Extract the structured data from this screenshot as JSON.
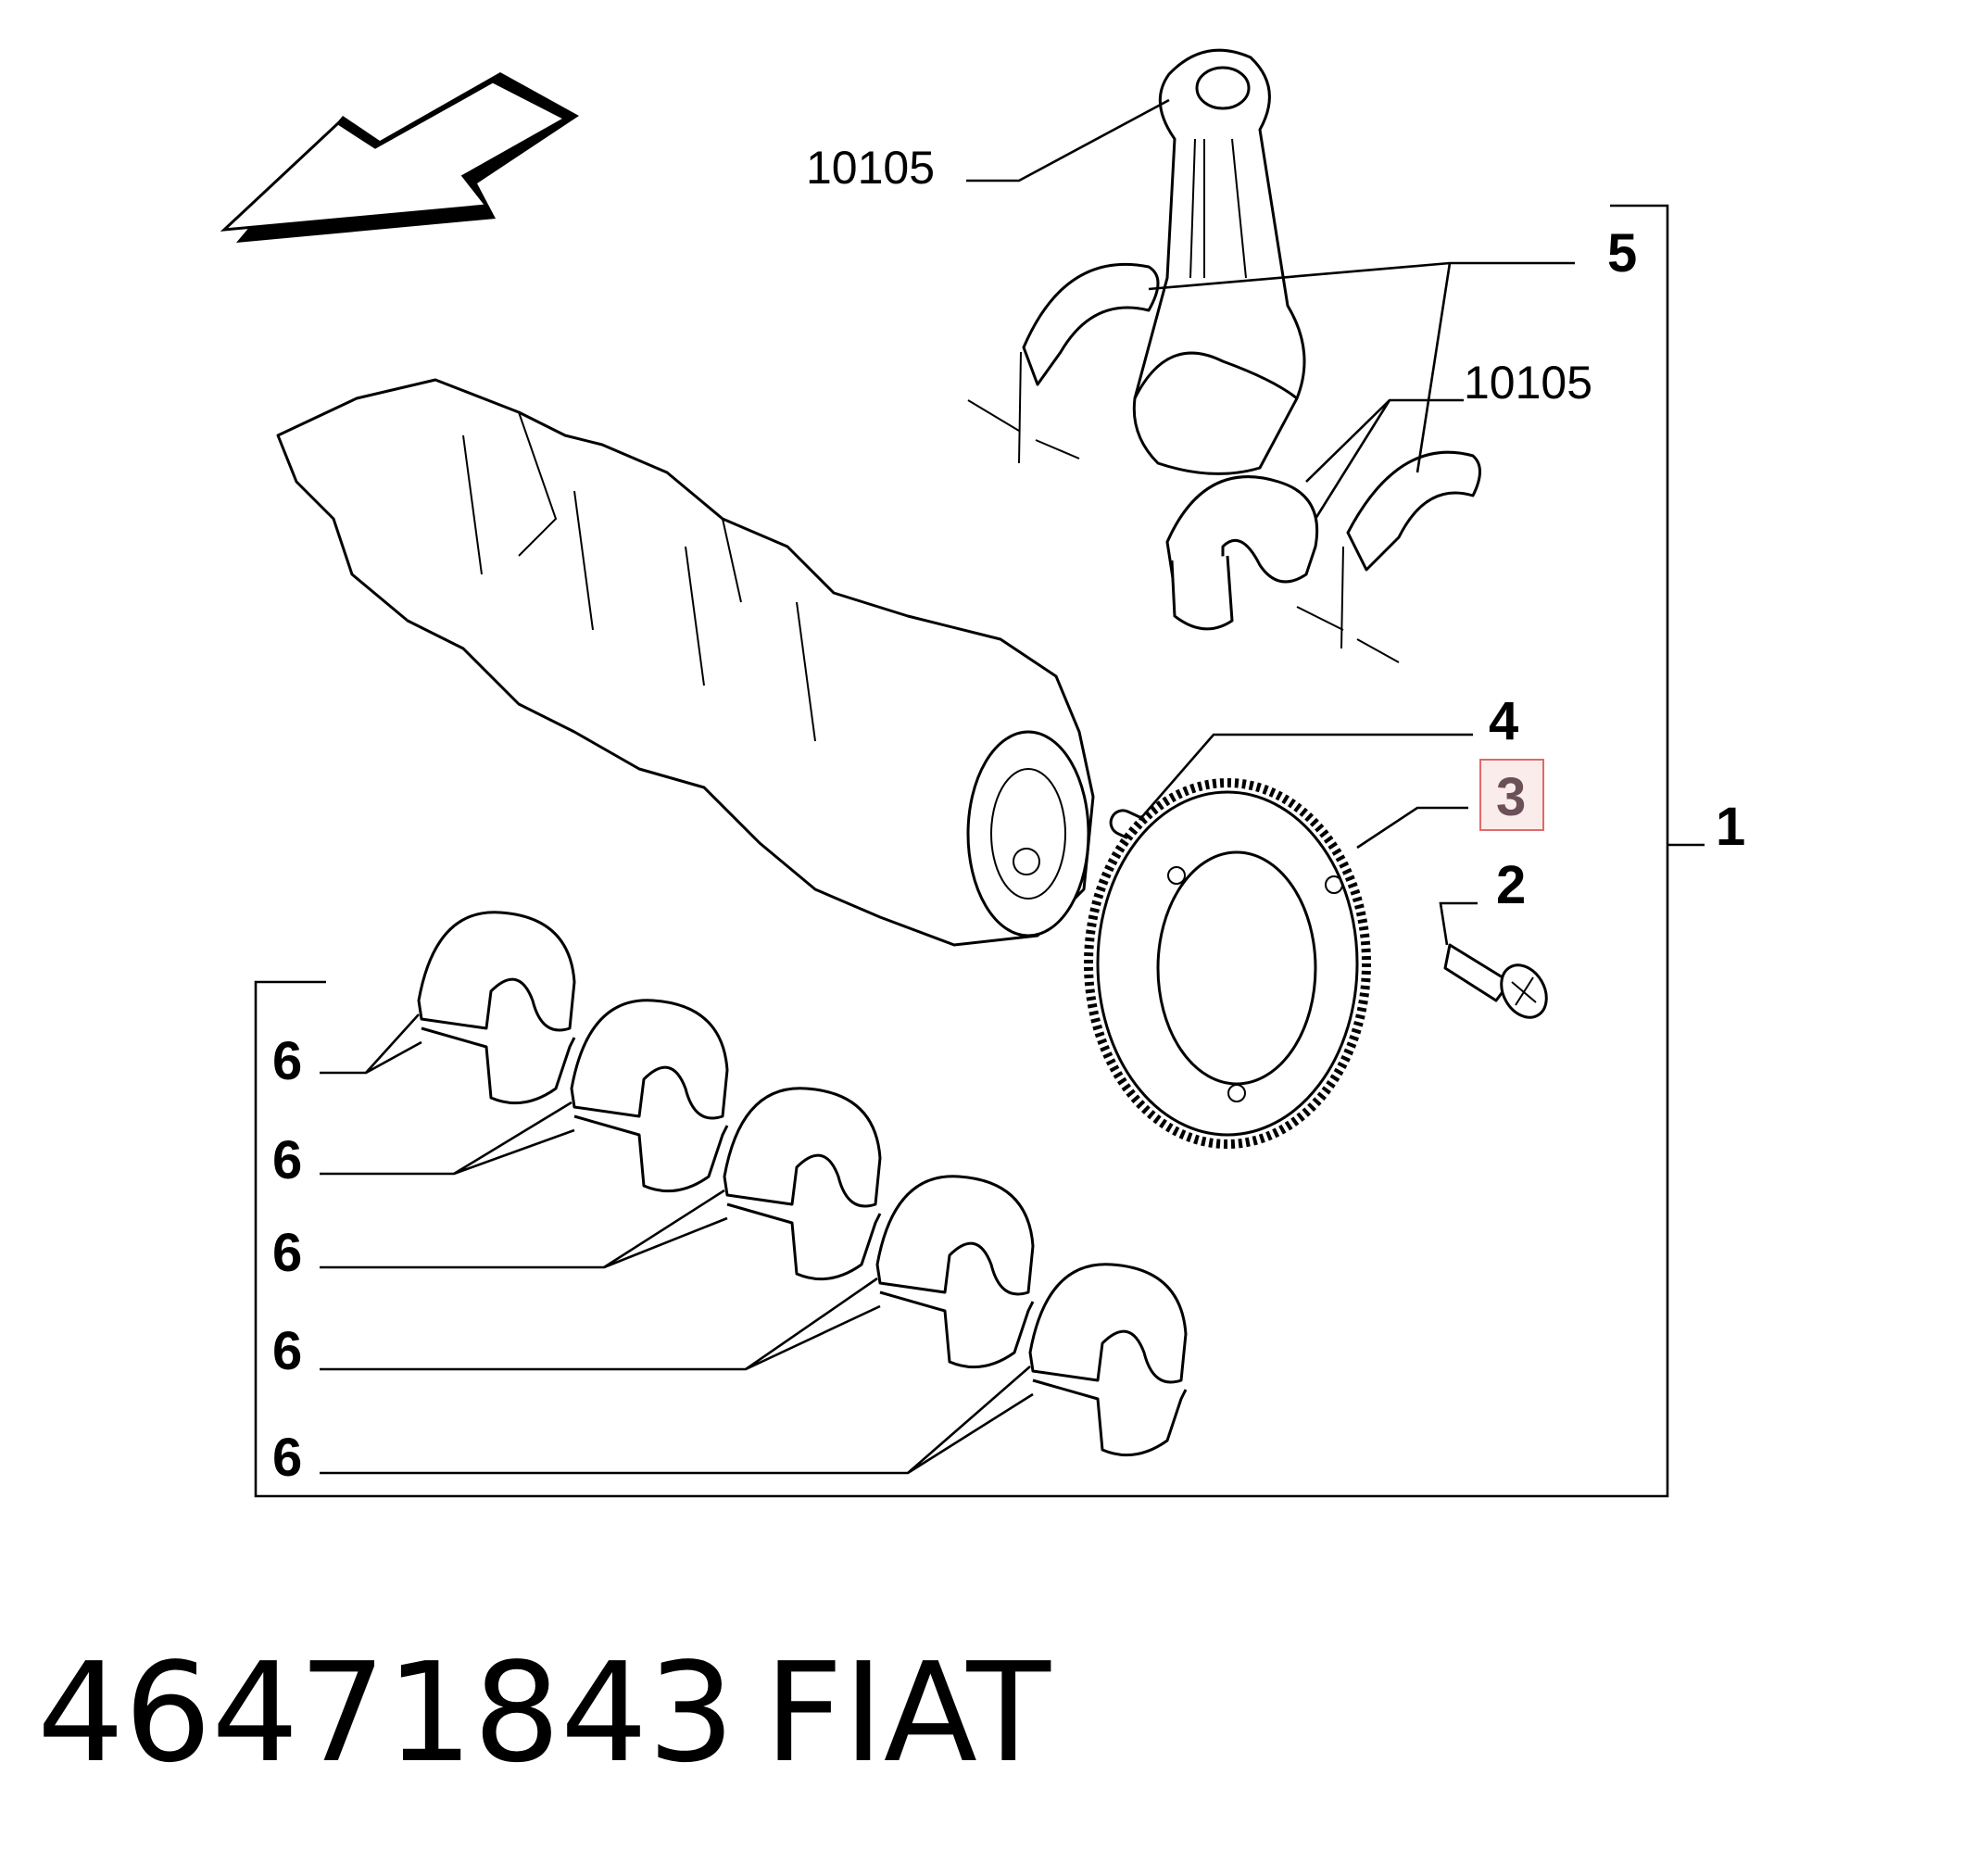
{
  "callouts": {
    "conrod_top": "10105",
    "conrod_bearing": "10105",
    "thrust_washers": "5",
    "dowel": "4",
    "ring_gear": "3",
    "assembly": "1",
    "bolt": "2",
    "main_bearings": [
      "6",
      "6",
      "6",
      "6",
      "6"
    ]
  },
  "footer": {
    "part_number": "46471843",
    "brand": "FIAT"
  },
  "highlight_color": "#e06a6a"
}
